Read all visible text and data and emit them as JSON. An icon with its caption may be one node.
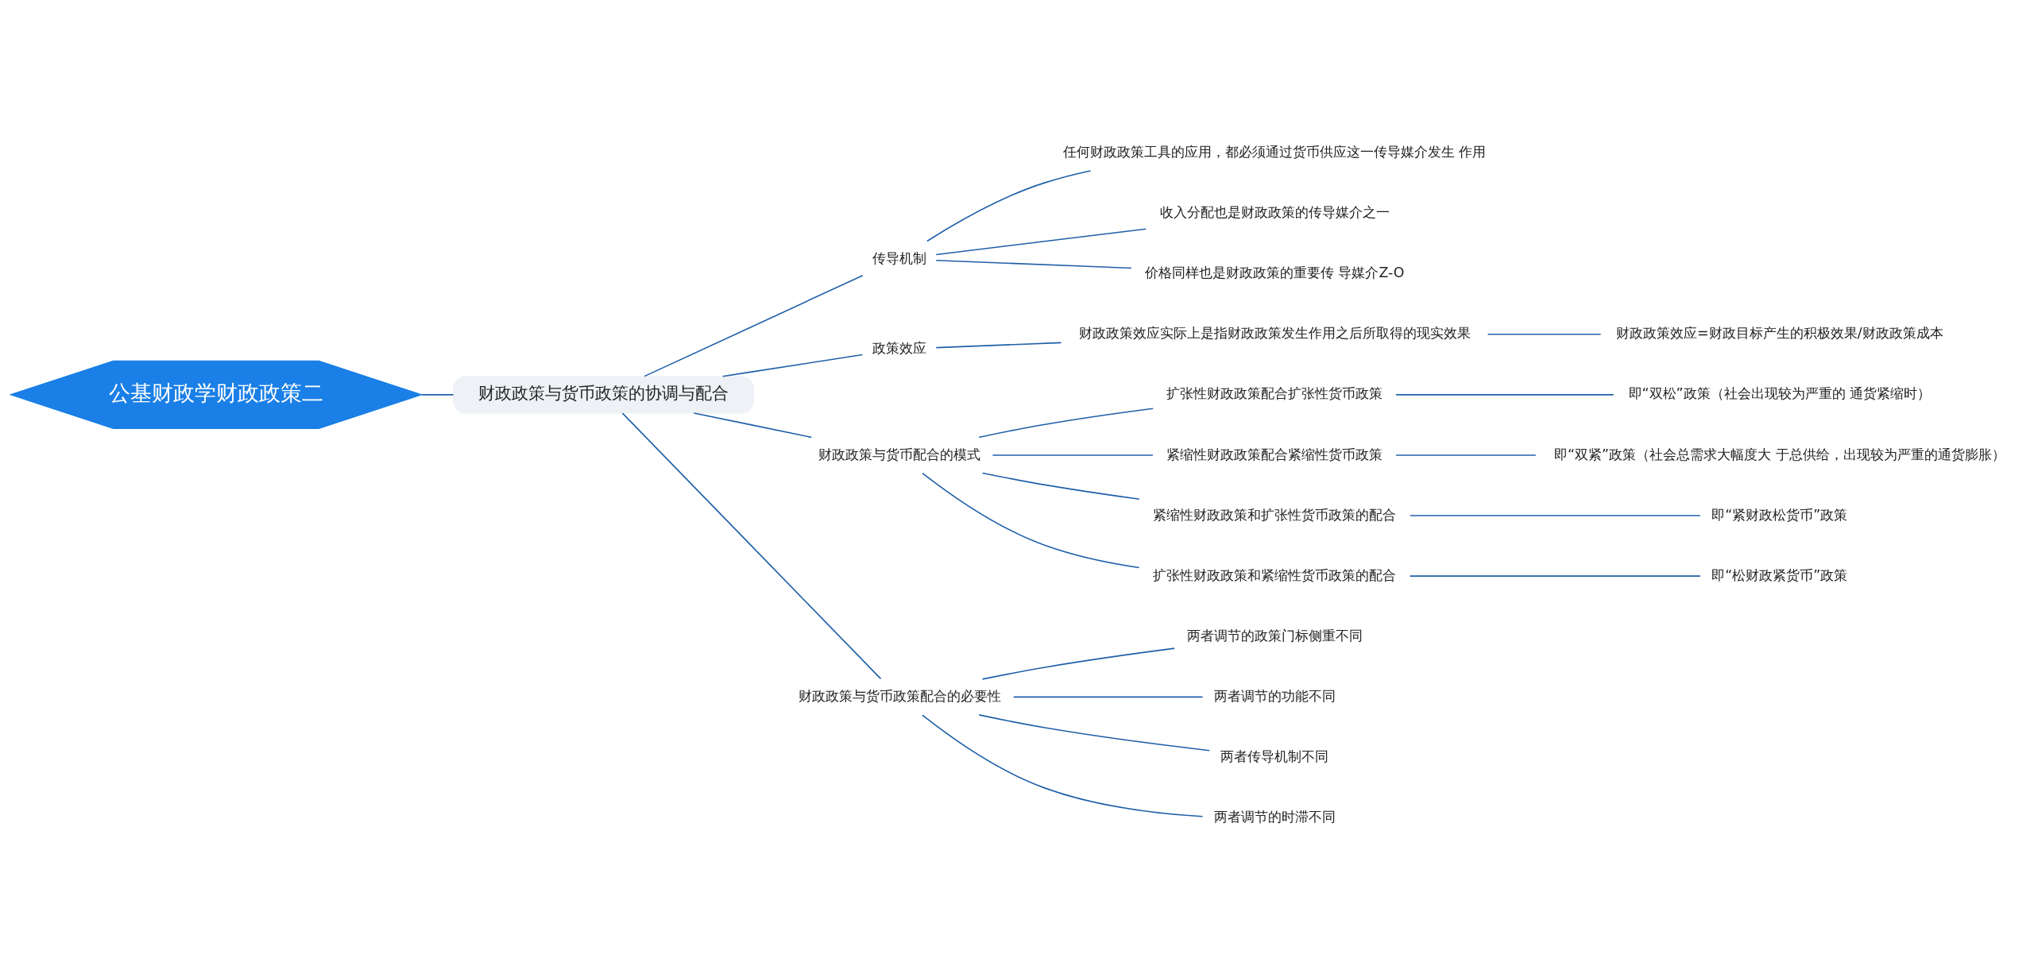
{
  "diagram": {
    "nodes": [
      {
        "text": [
          "公基财政学财政政策二"
        ]
      },
      {
        "text": [
          "财政政策与货币政策的协调与配合"
        ]
      },
      {
        "text": [
          "传导机制"
        ]
      },
      {
        "text": [
          "任何财政政策工具的应用，都必须通过货币供应这一传导媒介发生 作用"
        ]
      },
      {
        "text": [
          "收入分配也是财政政策的传导媒介之一"
        ]
      },
      {
        "text": [
          "价格同样也是财政政策的重要传 导媒介Z-O"
        ]
      },
      {
        "text": [
          "政策效应"
        ]
      },
      {
        "text": [
          "财政政策效应实际上是指财政政策发生作用之后所取得的现实效果"
        ]
      },
      {
        "text": [
          "财政政策效应=财政目标产生的积极效果/财政政策成本"
        ]
      },
      {
        "text": [
          "财政政策与货币配合的模式"
        ]
      },
      {
        "text": [
          "扩张性财政政策配合扩张性货币政策"
        ]
      },
      {
        "text": [
          "即“双松”政策（社会出现较为严重的 通货紧缩时）"
        ]
      },
      {
        "text": [
          "紧缩性财政政策配合紧缩性货币政策"
        ]
      },
      {
        "text": [
          "即“双紧”政策（社会总需求大幅度大 于总供给，出现较为严重的通货膨胀）"
        ]
      },
      {
        "text": [
          "紧缩性财政政策和扩张性货币政策的配合"
        ]
      },
      {
        "text": [
          "即“紧财政松货币”政策"
        ]
      },
      {
        "text": [
          "扩张性财政政策和紧缩性货币政策的配合"
        ]
      },
      {
        "text": [
          "即“松财政紧货币”政策"
        ]
      },
      {
        "text": [
          "财政政策与货币政策配合的必要性"
        ]
      },
      {
        "text": [
          "两者调节的政策门标侧重不同"
        ]
      },
      {
        "text": [
          "两者调节的功能不同"
        ]
      },
      {
        "text": [
          "两者传导机制不同"
        ]
      },
      {
        "text": [
          "两者调节的时滞不同"
        ]
      }
    ],
    "edges": [
      {
        "from": 0,
        "to": 1,
        "arrow": "none"
      },
      {
        "from": 1,
        "to": 2,
        "arrow": "none"
      },
      {
        "from": 2,
        "to": 3,
        "arrow": "none"
      },
      {
        "from": 2,
        "to": 4,
        "arrow": "none"
      },
      {
        "from": 2,
        "to": 5,
        "arrow": "none"
      },
      {
        "from": 1,
        "to": 6,
        "arrow": "none"
      },
      {
        "from": 6,
        "to": 7,
        "arrow": "none"
      },
      {
        "from": 7,
        "to": 8,
        "arrow": "none"
      },
      {
        "from": 1,
        "to": 9,
        "arrow": "none"
      },
      {
        "from": 9,
        "to": 10,
        "arrow": "none"
      },
      {
        "from": 10,
        "to": 11,
        "arrow": "none"
      },
      {
        "from": 9,
        "to": 12,
        "arrow": "none"
      },
      {
        "from": 12,
        "to": 13,
        "arrow": "none"
      },
      {
        "from": 9,
        "to": 14,
        "arrow": "none"
      },
      {
        "from": 14,
        "to": 15,
        "arrow": "none"
      },
      {
        "from": 9,
        "to": 16,
        "arrow": "none"
      },
      {
        "from": 16,
        "to": 17,
        "arrow": "none"
      },
      {
        "from": 1,
        "to": 18,
        "arrow": "none"
      },
      {
        "from": 18,
        "to": 19,
        "arrow": "none"
      },
      {
        "from": 18,
        "to": 20,
        "arrow": "none"
      },
      {
        "from": 18,
        "to": 21,
        "arrow": "none"
      },
      {
        "from": 18,
        "to": 22,
        "arrow": "none"
      }
    ]
  }
}
